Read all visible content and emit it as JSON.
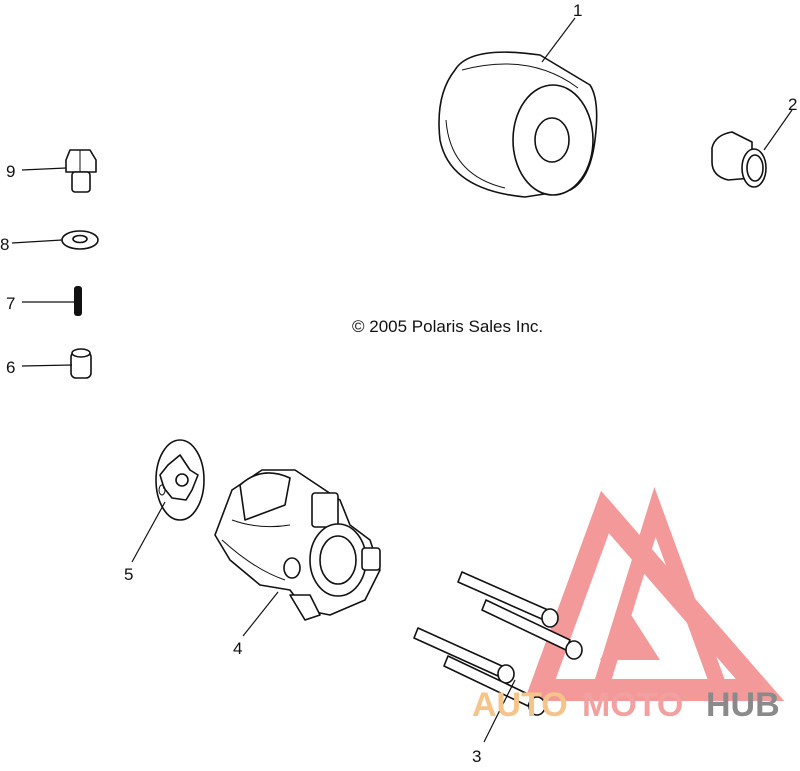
{
  "copyright": "© 2005 Polaris Sales Inc.",
  "callouts": [
    "1",
    "2",
    "3",
    "4",
    "5",
    "6",
    "7",
    "8",
    "9"
  ],
  "watermark": {
    "word_part1": "AUTO",
    "word_part2": "MOTO",
    "word_part3": "HUB",
    "colors": {
      "part1": "#f5c48a",
      "part2": "#f2a0a0",
      "part3": "#8a8a8a",
      "logo": "#f07878"
    }
  }
}
